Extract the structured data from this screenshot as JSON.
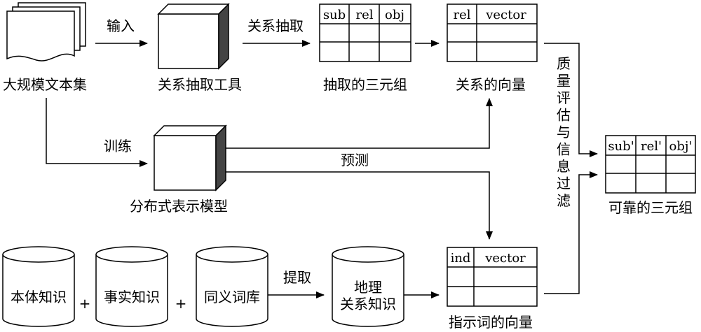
{
  "corpus": {
    "label": "大规模文本集"
  },
  "tool": {
    "label": "关系抽取工具"
  },
  "triples": {
    "label": "抽取的三元组",
    "headers": [
      "sub",
      "rel",
      "obj"
    ]
  },
  "rel_vectors": {
    "label": "关系的向量",
    "headers": [
      "rel",
      "vector"
    ]
  },
  "model": {
    "label": "分布式表示模型"
  },
  "reliable": {
    "label": "可靠的三元组",
    "headers": [
      "sub'",
      "rel'",
      "obj'"
    ]
  },
  "ind_vectors": {
    "label": "指示词的向量",
    "headers": [
      "ind",
      "vector"
    ]
  },
  "databases": {
    "ontology": "本体知识",
    "fact": "事实知识",
    "synonym": "同义词库",
    "geo_line1": "地理",
    "geo_line2": "关系知识"
  },
  "arrows": {
    "input": "输入",
    "extract_rel": "关系抽取",
    "train": "训练",
    "predict": "预测",
    "extract": "提取",
    "quality": "质量评估与信息过滤"
  },
  "operators": {
    "plus": "+"
  }
}
